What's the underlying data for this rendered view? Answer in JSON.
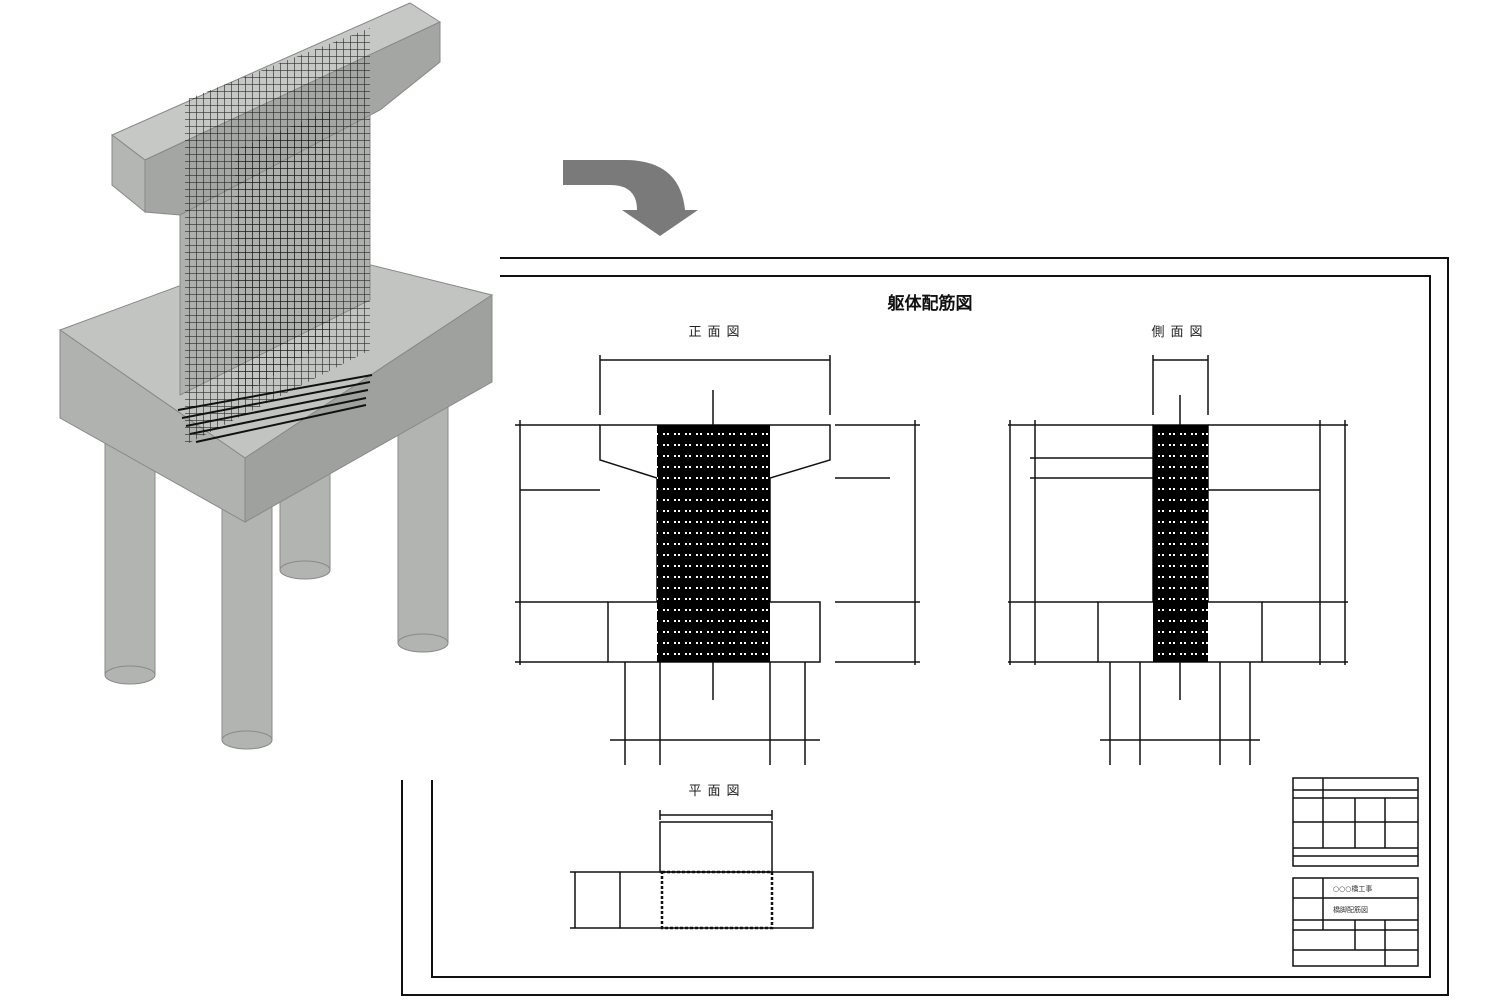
{
  "drawing": {
    "title": "躯体配筋図",
    "views": {
      "front": "正面図",
      "side": "側面図",
      "plan": "平面図"
    },
    "title_block": {
      "project": "○○○橋工事",
      "drawing_name": "橋脚配筋図"
    }
  },
  "colors": {
    "concrete": "#b4b6b4",
    "concrete_dark": "#9c9e9c",
    "rebar": "#111111",
    "arrow": "#7a7a7a"
  }
}
